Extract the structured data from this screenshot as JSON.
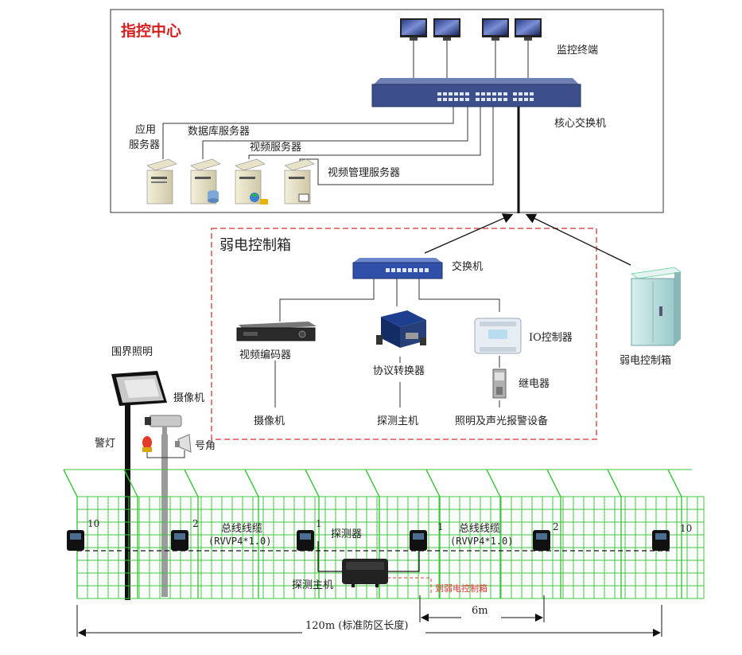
{
  "command_center": {
    "title": "指控中心",
    "monitor_terminal": "监控终端",
    "core_switch": "核心交换机",
    "app_server_line1": "应用",
    "app_server_line2": "服务器",
    "db_server": "数据库服务器",
    "video_server": "视频服务器",
    "video_mgmt_server": "视频管理服务器"
  },
  "control_box": {
    "title": "弱电控制箱",
    "switch": "交换机",
    "video_encoder": "视频编码器",
    "protocol_converter": "协议转换器",
    "io_controller": "IO控制器",
    "relay": "继电器",
    "camera": "摄像机",
    "detector_host": "探测主机",
    "lighting_alarm": "照明及声光报警设备",
    "external_cabinet": "弱电控制箱"
  },
  "field": {
    "perimeter_light": "围界照明",
    "camera": "摄像机",
    "warning_light": "警灯",
    "horn": "号角",
    "bus_cable_left": "总线线缆",
    "bus_cable_left_spec": "(RVVP4*1.0)",
    "bus_cable_right": "总线线缆",
    "bus_cable_right_spec": "(RVVP4*1.0)",
    "detector": "探测器",
    "detector_host": "探测主机",
    "to_control_box": "到弱电控制箱",
    "node_10_left": "10",
    "node_2_left": "2",
    "node_1_left": "1",
    "node_1_right": "1",
    "node_2_right": "2",
    "node_10_right": "10",
    "dim_total": "120m (标准防区长度)",
    "dim_segment": "6m"
  },
  "colors": {
    "red_title": "#d32020",
    "dashed_box": "#e05050",
    "fence_green": "#3cc43c",
    "cabinet_teal": "#bfe6e6"
  }
}
